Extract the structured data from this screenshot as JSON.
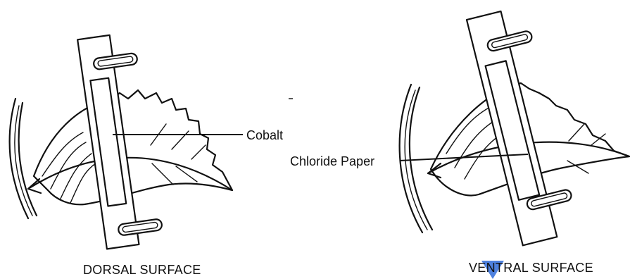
{
  "labels": {
    "cobalt": "Cobalt",
    "chloride_paper": "Chloride Paper",
    "dorsal_caption": "DORSAL SURFACE",
    "ventral_caption": "VENTRAL SURFACE"
  },
  "colors": {
    "ink": "#111111",
    "background": "#ffffff",
    "highlight_mark": "#2f6bd8"
  }
}
